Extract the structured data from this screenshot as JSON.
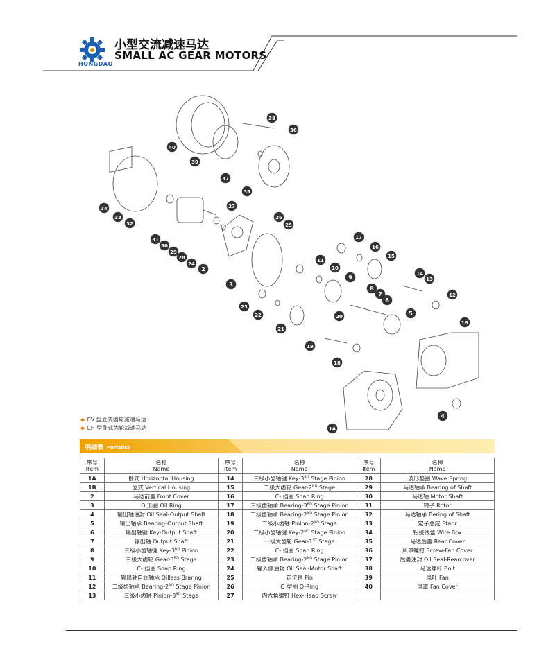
{
  "header": {
    "title_cn": "小型交流减速马达",
    "title_en": "SMALL AC GEAR MOTORS",
    "brand": "HONGDAO"
  },
  "legend": [
    {
      "text": "CV 型立式齿轮减速马达"
    },
    {
      "text": "CH 型卧式齿轮减速马达"
    }
  ],
  "partslist": {
    "title_cn": "明细表",
    "title_en": "Partslist",
    "headers": {
      "item_cn": "序号",
      "item_en": "Item",
      "name_cn": "名称",
      "name_en": "Name"
    },
    "rows": [
      [
        {
          "item": "1A",
          "name": "卧式 Horizontal Housing"
        },
        {
          "item": "14",
          "name": "三级小齿轴键 Key-3",
          "sup": "RD",
          "rest": " Stage Pinion"
        },
        {
          "item": "28",
          "name": "波形垫圈 Wave Spring"
        }
      ],
      [
        {
          "item": "1B",
          "name": "立式 Vertical Housing"
        },
        {
          "item": "15",
          "name": "二级大齿轮 Gear-2",
          "sup": "ND",
          "rest": " Stage"
        },
        {
          "item": "29",
          "name": "马达轴承 Bearing of Shaft"
        }
      ],
      [
        {
          "item": "2",
          "name": "马达前盖 Front Cover"
        },
        {
          "item": "16",
          "name": "C- 挡圈 Snap Ring"
        },
        {
          "item": "30",
          "name": "马达轴 Motor Shaft"
        }
      ],
      [
        {
          "item": "3",
          "name": "O 形圈 Oil Ring"
        },
        {
          "item": "17",
          "name": "三级齿轴承 Bearing-3",
          "sup": "RD",
          "rest": " Stage Pinion"
        },
        {
          "item": "31",
          "name": "转子 Rotor"
        }
      ],
      [
        {
          "item": "4",
          "name": "输出轴油封 Oil Seal-Output Shaft"
        },
        {
          "item": "18",
          "name": "二级齿轴承 Bearing-2",
          "sup": "ND",
          "rest": " Stage Pinion"
        },
        {
          "item": "32",
          "name": "马达轴承 Bering of Shaft"
        }
      ],
      [
        {
          "item": "5",
          "name": "输出轴承 Bearing-Output Shaft"
        },
        {
          "item": "19",
          "name": "二级小齿轴 Pinion-2",
          "sup": "ND",
          "rest": "  Stage"
        },
        {
          "item": "33",
          "name": "定子总成 Staor"
        }
      ],
      [
        {
          "item": "6",
          "name": "输出轴键 Key-Output Shaft"
        },
        {
          "item": "20",
          "name": "二级小齿轴键 Key-2",
          "sup": "ND",
          "rest": " Stage Pinion"
        },
        {
          "item": "34",
          "name": "铝接线盒 Wire Box"
        }
      ],
      [
        {
          "item": "7",
          "name": "输出轴 Output Shaft"
        },
        {
          "item": "21",
          "name": "一级大齿轮 Gear-1",
          "sup": "ST",
          "rest": "  Stage"
        },
        {
          "item": "35",
          "name": "马达后盖 Rear Cover"
        }
      ],
      [
        {
          "item": "8",
          "name": "三级小齿轴键 Key-3",
          "sup": "RD",
          "rest": " Pinion"
        },
        {
          "item": "22",
          "name": "C- 挡圈 Snap Ring"
        },
        {
          "item": "36",
          "name": "风罩螺钉 Screw-Fan Cover"
        }
      ],
      [
        {
          "item": "9",
          "name": "三级大齿轮 Gear-3",
          "sup": "RD",
          "rest": " Stage"
        },
        {
          "item": "23",
          "name": "二级齿轴承 Bearing-2",
          "sup": "ND",
          "rest": " Stage Pinion"
        },
        {
          "item": "37",
          "name": "后盖油封 Oil Seal-Rearcover"
        }
      ],
      [
        {
          "item": "10",
          "name": "C- 挡圈 Snap Ring"
        },
        {
          "item": "24",
          "name": "输入侧油封 Oil Seal-Motor Shaft"
        },
        {
          "item": "38",
          "name": "马达螺杆 Bolt"
        }
      ],
      [
        {
          "item": "11",
          "name": "输出轴自润轴承 Oilless Braring"
        },
        {
          "item": "25",
          "name": "定位销 Pin"
        },
        {
          "item": "39",
          "name": "风叶 Fan"
        }
      ],
      [
        {
          "item": "12",
          "name": "二级齿轴承 Bearing-2",
          "sup": "ND",
          "rest": "  Stage Pinion"
        },
        {
          "item": "26",
          "name": "O 型圈 O-Ring"
        },
        {
          "item": "40",
          "name": "风罩 Fan Cover"
        }
      ],
      [
        {
          "item": "13",
          "name": "三级小齿轴 Pinion-3",
          "sup": "RD",
          "rest": "  Stage"
        },
        {
          "item": "27",
          "name": "内六角螺钉 Hex-Head Screw"
        },
        {
          "item": "",
          "name": ""
        }
      ]
    ]
  },
  "callouts": [
    "38",
    "36",
    "40",
    "39",
    "37",
    "35",
    "34",
    "33",
    "32",
    "27",
    "26",
    "25",
    "31",
    "30",
    "29",
    "28",
    "24",
    "2",
    "3",
    "17",
    "16",
    "15",
    "11",
    "10",
    "9",
    "14",
    "13",
    "12",
    "8",
    "7",
    "6",
    "23",
    "22",
    "21",
    "20",
    "5",
    "1B",
    "19",
    "18",
    "4",
    "1A"
  ],
  "colors": {
    "band_start": "#f2a000",
    "band_end": "#fff4c2",
    "callout": "#333333"
  }
}
